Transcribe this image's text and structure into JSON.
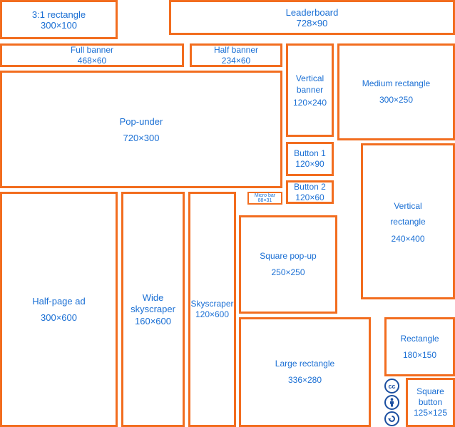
{
  "ads": {
    "rect_3_1": {
      "name": "3:1 rectangle",
      "dim": "300×100"
    },
    "leaderboard": {
      "name": "Leaderboard",
      "dim": "728×90"
    },
    "full_banner": {
      "name": "Full banner",
      "dim": "468×60"
    },
    "half_banner": {
      "name": "Half banner",
      "dim": "234×60"
    },
    "vertical_banner": {
      "name": "Vertical banner",
      "dim": "120×240"
    },
    "medium_rect": {
      "name": "Medium rectangle",
      "dim": "300×250"
    },
    "pop_under": {
      "name": "Pop-under",
      "dim": "720×300"
    },
    "button_1": {
      "name": "Button 1",
      "dim": "120×90"
    },
    "button_2": {
      "name": "Button 2",
      "dim": "120×60"
    },
    "micro_bar": {
      "name": "Micro bar",
      "dim": "88×31"
    },
    "vertical_rect": {
      "name": "Vertical rectangle",
      "dim": "240×400"
    },
    "half_page": {
      "name": "Half-page ad",
      "dim": "300×600"
    },
    "wide_sky": {
      "name": "Wide skyscraper",
      "dim": "160×600"
    },
    "skyscraper": {
      "name": "Skyscraper",
      "dim": "120×600"
    },
    "square_popup": {
      "name": "Square pop-up",
      "dim": "250×250"
    },
    "large_rect": {
      "name": "Large rectangle",
      "dim": "336×280"
    },
    "rectangle": {
      "name": "Rectangle",
      "dim": "180×150"
    },
    "square_button": {
      "name": "Square button",
      "dim": "125×125"
    }
  },
  "license_icons": [
    "cc-icon",
    "attribution-icon",
    "share-alike-icon"
  ],
  "colors": {
    "border": "#f26d1f",
    "text": "#1a6fd4",
    "icon": "#1b4fa0"
  }
}
